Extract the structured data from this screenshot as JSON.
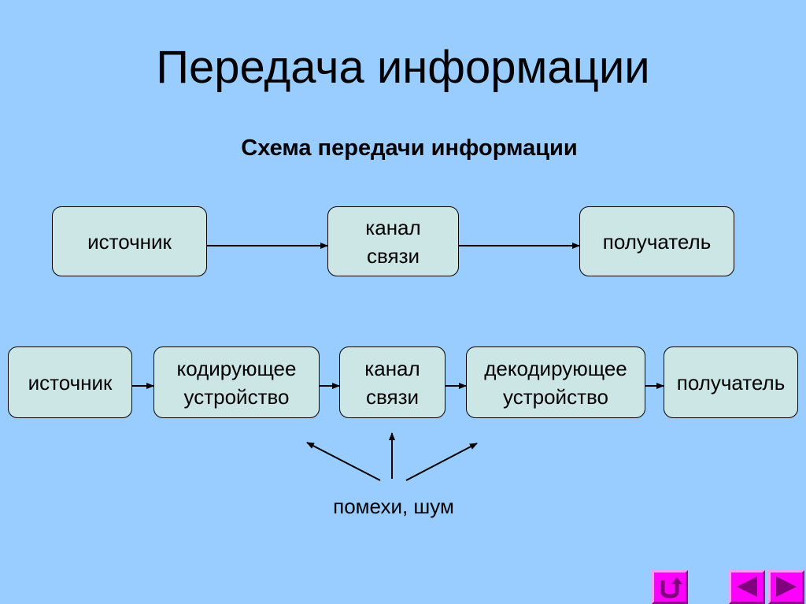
{
  "slide": {
    "title": "Передача информации",
    "subtitle": "Схема передачи информации"
  },
  "diagram_simple": {
    "source": "источник",
    "channel_line1": "канал",
    "channel_line2": "связи",
    "receiver": "получатель"
  },
  "diagram_detailed": {
    "source": "источник",
    "encoder_line1": "кодирующее",
    "encoder_line2": "устройство",
    "channel_line1": "канал",
    "channel_line2": "связи",
    "decoder_line1": "декодирующее",
    "decoder_line2": "устройство",
    "receiver": "получатель"
  },
  "noise_label": "помехи, шум",
  "nav": {
    "icons": [
      "return-icon",
      "previous-icon",
      "next-icon"
    ]
  },
  "colors": {
    "background": "#99ccff",
    "box_fill": "#cce6e6",
    "nav_button": "#ff00ff",
    "nav_icon": "#800080"
  }
}
